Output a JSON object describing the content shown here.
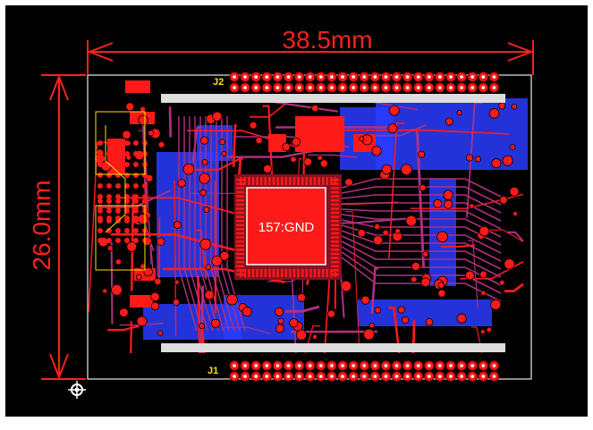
{
  "dimensions": {
    "width_label": "38.5mm",
    "height_label": "26.0mm"
  },
  "connectors": {
    "top_label": "J2",
    "bottom_label": "J1"
  },
  "chip": {
    "label": "157:GND"
  },
  "colors": {
    "background": "#000000",
    "copper_top": "#ff1a1a",
    "copper_bottom": "#2a3cff",
    "trace_mix": "#b03080",
    "silkscreen": "#ffe000",
    "outline": "#ffffff",
    "dimension": "#ff2020"
  },
  "icons": {
    "origin": "origin-crosshair-icon"
  }
}
